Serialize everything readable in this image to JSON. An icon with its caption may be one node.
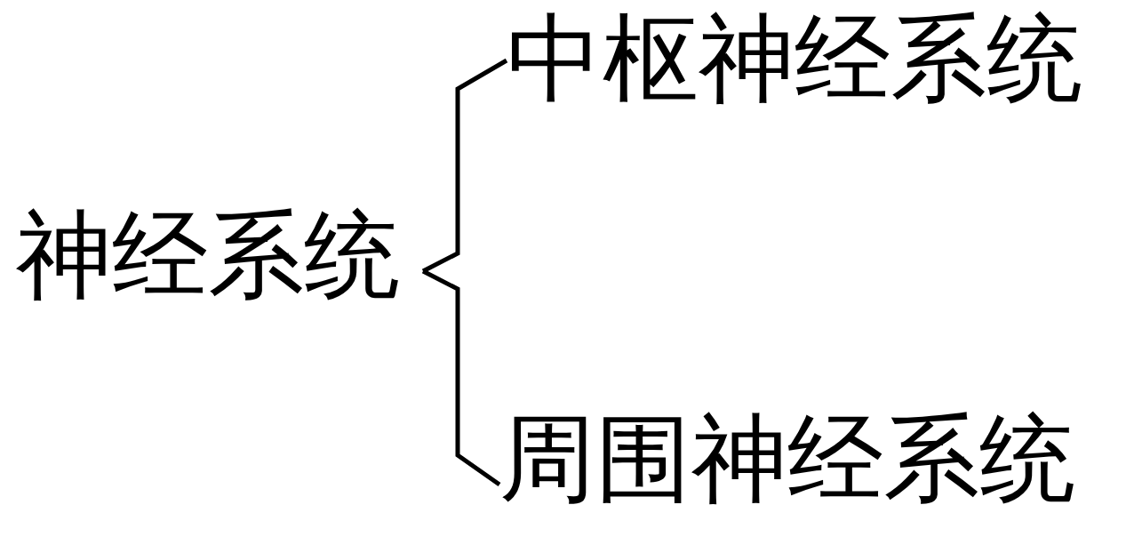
{
  "diagram": {
    "nodes": [
      {
        "text": [
          "神经系统"
        ]
      },
      {
        "text": [
          "中枢神经系统"
        ]
      },
      {
        "text": [
          "周围神经系统"
        ]
      }
    ],
    "edges": [
      {
        "from": 0,
        "to": 1,
        "arrow": "none"
      },
      {
        "from": 0,
        "to": 2,
        "arrow": "none"
      }
    ]
  }
}
